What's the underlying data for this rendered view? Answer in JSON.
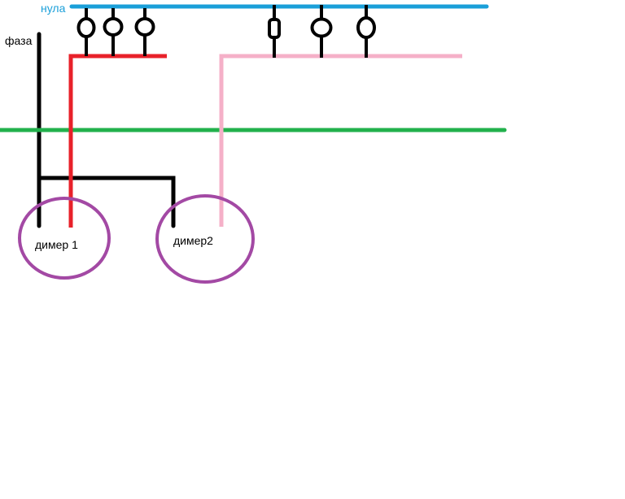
{
  "labels": {
    "neutral": "нула",
    "phase": "фаза",
    "dimmer1": "димер 1",
    "dimmer2": "димер2"
  },
  "colors": {
    "neutral_wire": "#1a9fd9",
    "phase_wire": "#000000",
    "red_wire": "#e8212a",
    "pink_wire": "#f5b0c8",
    "green_wire": "#22b14c",
    "dimmer_outline": "#a349a4",
    "lamp": "#000000"
  },
  "groups": {
    "red_group_lamps": 3,
    "pink_group_lamps": 3
  }
}
